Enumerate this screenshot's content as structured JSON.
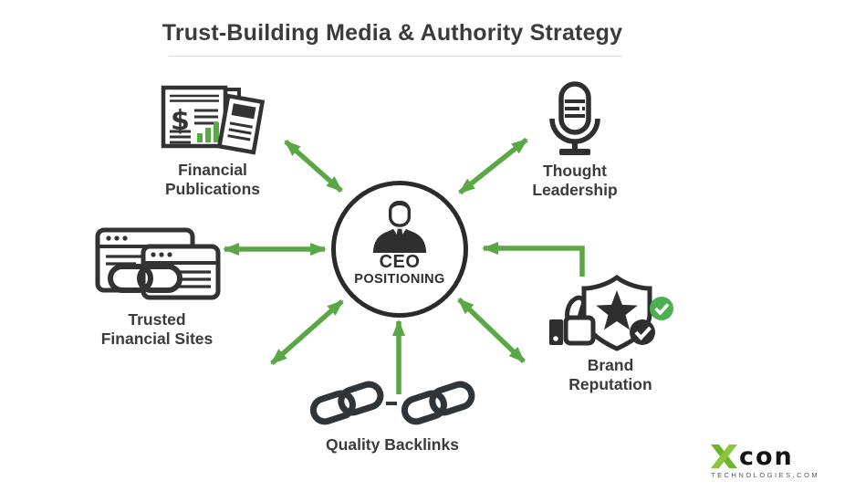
{
  "header": {
    "title": "Trust-Building Media & Authority Strategy"
  },
  "center": {
    "line1": "CEO",
    "line2": "POSITIONING"
  },
  "nodes": {
    "financial_publications": {
      "line1": "Financial",
      "line2": "Publications"
    },
    "thought_leadership": {
      "line1": "Thought",
      "line2": "Leadership"
    },
    "trusted_financial_sites": {
      "line1": "Trusted",
      "line2": "Financial Sites"
    },
    "brand_reputation": {
      "line1": "Brand",
      "line2": "Reputation"
    },
    "quality_backlinks": {
      "label": "Quality Backlinks"
    }
  },
  "logo": {
    "name": "con",
    "tagline": "TECHNOLOGIES.COM"
  },
  "colors": {
    "accent_green": "#5AA745",
    "check_green": "#4CAF50",
    "icon_dark": "#333333",
    "text_dark": "#3B3B3B",
    "logo_green": "#6FB52C"
  }
}
